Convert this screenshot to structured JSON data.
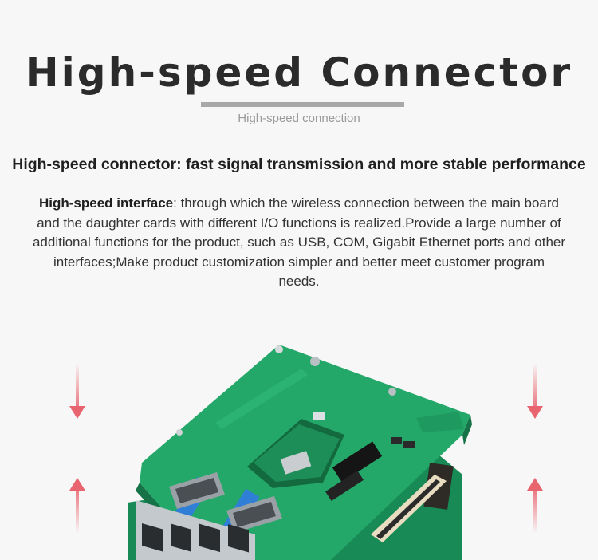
{
  "header": {
    "title": "High-speed Connector",
    "subtitle": "High-speed connection"
  },
  "section": {
    "headline": "High-speed connector: fast signal transmission and more stable performance",
    "desc_lead": "High-speed interface",
    "desc_body": ": through which the wireless connection between the main board and the daughter cards with different I/O functions is realized.Provide a large number of additional functions for the product, such as USB, COM, Gigabit Ethernet ports and other interfaces;Make product customization simpler and better meet customer program needs."
  },
  "colors": {
    "background": "#f7f7f7",
    "title": "#2b2b2b",
    "accent_arrow": "#e8656f",
    "pcb_green": "#1f9e63"
  },
  "icons": {
    "down_arrow": "down-arrow-icon",
    "up_arrow": "up-arrow-icon"
  }
}
